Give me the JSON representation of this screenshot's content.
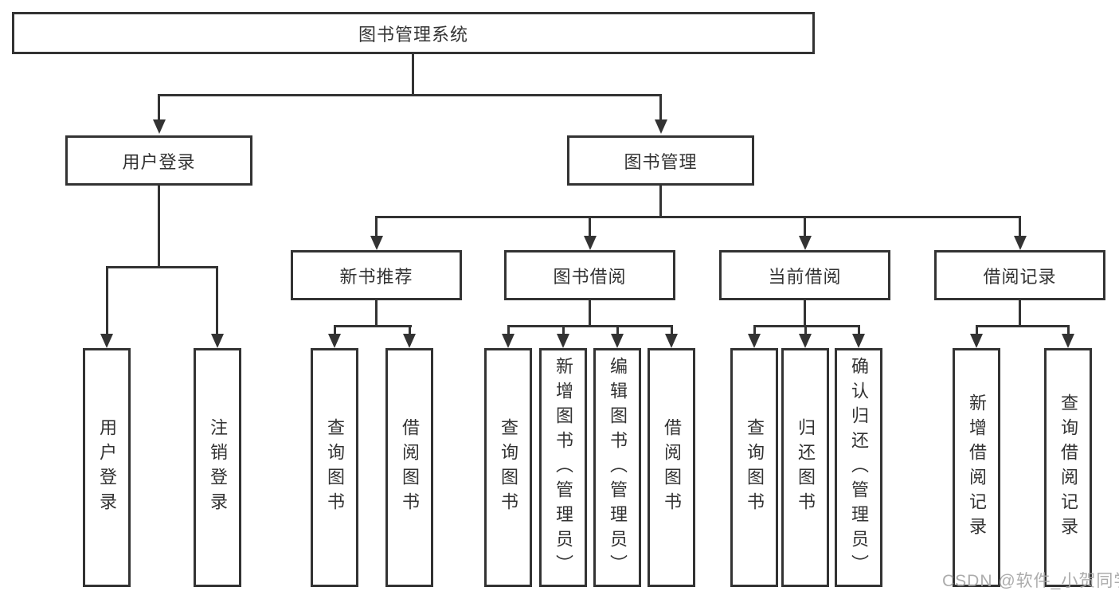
{
  "diagram": {
    "type": "hierarchy-org-chart",
    "background_color": "#ffffff",
    "line_color": "#333333",
    "text_color": "#333333",
    "watermark": {
      "text": "CSDN @软件_小贺同学",
      "color": "#a5a5a5"
    }
  },
  "tree": {
    "root": {
      "label": "图书管理系统"
    },
    "branches": [
      {
        "label": "用户登录",
        "children": [
          {
            "label": "用户登录"
          },
          {
            "label": "注销登录"
          }
        ]
      },
      {
        "label": "图书管理",
        "children": [
          {
            "label": "新书推荐",
            "children": [
              {
                "label": "查询图书"
              },
              {
                "label": "借阅图书"
              }
            ]
          },
          {
            "label": "图书借阅",
            "children": [
              {
                "label": "查询图书"
              },
              {
                "label": "新增图书（管理员）"
              },
              {
                "label": "编辑图书（管理员）"
              },
              {
                "label": "借阅图书"
              }
            ]
          },
          {
            "label": "当前借阅",
            "children": [
              {
                "label": "查询图书"
              },
              {
                "label": "归还图书"
              },
              {
                "label": "确认归还（管理员）"
              }
            ]
          },
          {
            "label": "借阅记录",
            "children": [
              {
                "label": "新增借阅记录"
              },
              {
                "label": "查询借阅记录"
              }
            ]
          }
        ]
      }
    ]
  }
}
